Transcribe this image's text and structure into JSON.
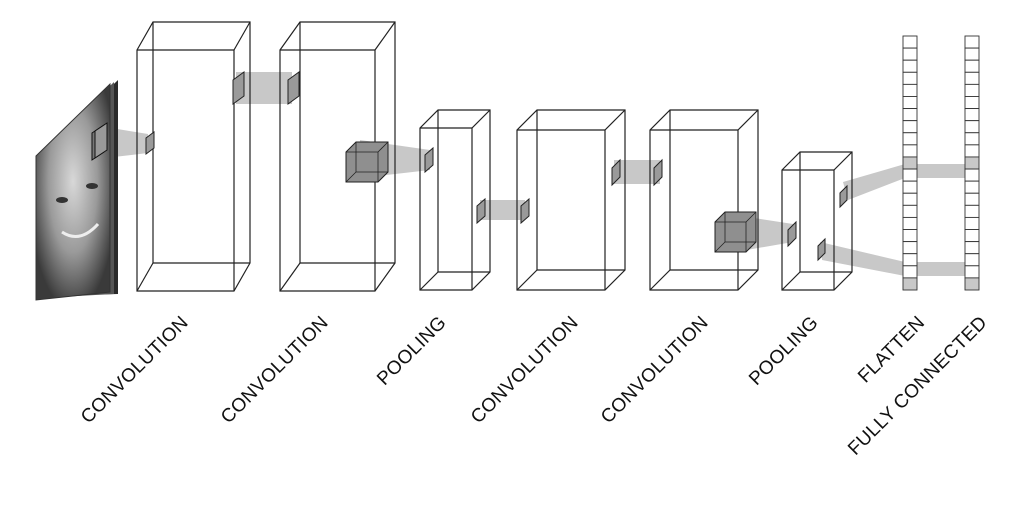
{
  "stage_labels": [
    "CONVOLUTION",
    "CONVOLUTION",
    "POOLING",
    "CONVOLUTION",
    "CONVOLUTION",
    "POOLING",
    "FLATTEN",
    "FULLY CONNECTED"
  ],
  "colors": {
    "stroke": "#222222",
    "connector_band": "#c8c8c8",
    "patch": "#9a9a9a",
    "image_bg": "#505050"
  },
  "flatten_column": {
    "cells": 21,
    "highlighted_cells": [
      11,
      21
    ]
  },
  "fully_connected_column": {
    "cells": 21,
    "highlighted_cells": [
      11,
      21
    ]
  }
}
